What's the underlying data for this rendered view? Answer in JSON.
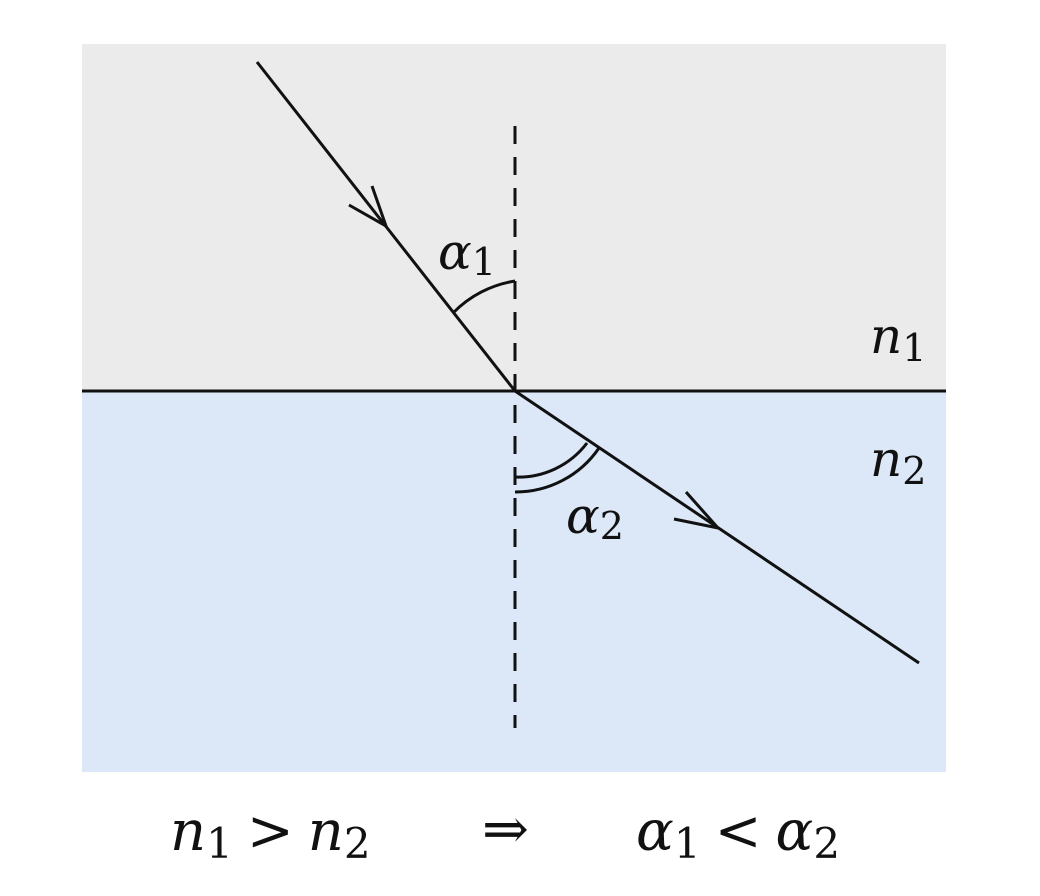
{
  "colors": {
    "medium_top": "#ebebeb",
    "medium_bottom": "#dce8f8",
    "line": "#111111"
  },
  "labels": {
    "alpha1": {
      "sym": "α",
      "sub": "1"
    },
    "alpha2": {
      "sym": "α",
      "sub": "2"
    },
    "n1": {
      "sym": "n",
      "sub": "1"
    },
    "n2": {
      "sym": "n",
      "sub": "2"
    }
  },
  "formula": {
    "left_n1": "n",
    "left_n1_sub": "1",
    "gt": ">",
    "left_n2": "n",
    "left_n2_sub": "2",
    "implies": "⇒",
    "right_a1": "α",
    "right_a1_sub": "1",
    "lt": "<",
    "right_a2": "α",
    "right_a2_sub": "2"
  }
}
